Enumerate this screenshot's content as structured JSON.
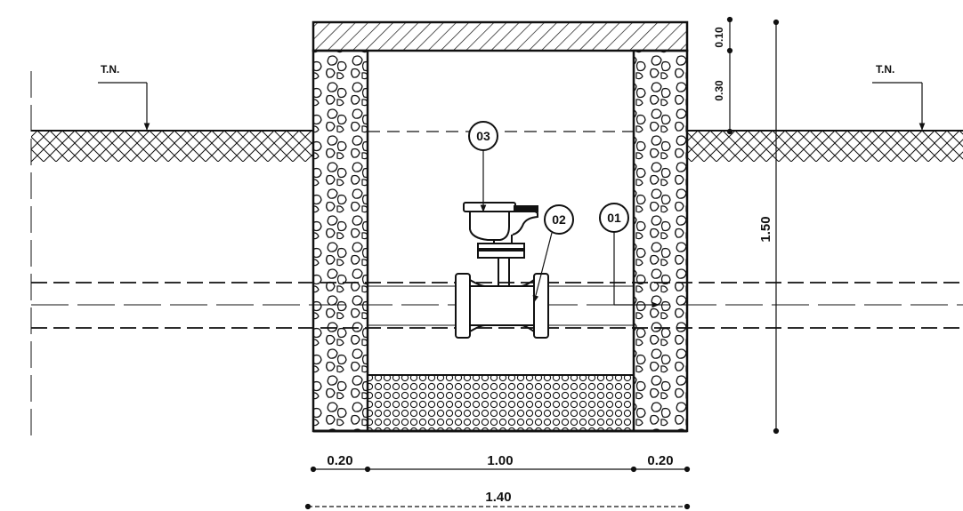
{
  "ground_labels": {
    "left": "T.N.",
    "right": "T.N."
  },
  "callouts": [
    {
      "id": "c1",
      "text": "03"
    },
    {
      "id": "c2",
      "text": "02"
    },
    {
      "id": "c3",
      "text": "01"
    }
  ],
  "dimensions": {
    "left_wall": "0.20",
    "interior": "1.00",
    "right_wall": "0.20",
    "total_width": "1.40",
    "total_height": "1.50",
    "slab": "0.10",
    "cover": "0.30"
  },
  "colors": {
    "line": "#111111",
    "background": "#ffffff"
  }
}
